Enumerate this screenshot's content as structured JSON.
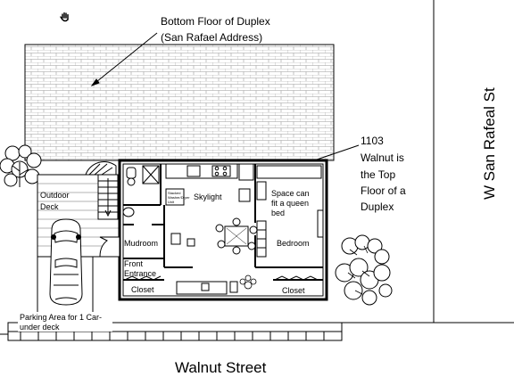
{
  "labels": {
    "bottom_floor_line1": "Bottom Floor of Duplex",
    "bottom_floor_line2": "(San Rafael Address)",
    "top_floor_line1": "1103",
    "top_floor_line2": "Walnut is",
    "top_floor_line3": "the Top",
    "top_floor_line4": "Floor of a",
    "top_floor_line5": "Duplex",
    "side_street": "W San Rafeal St",
    "street": "Walnut Street",
    "outdoor_deck_line1": "Outdoor",
    "outdoor_deck_line2": "Deck",
    "skylight": "Skylight",
    "space_line1": "Space can",
    "space_line2": "fit a queen",
    "space_line3": "bed",
    "bedroom": "Bedroom",
    "mudroom": "Mudroom",
    "front_entrance_line1": "Front",
    "front_entrance_line2": "Entrance",
    "closet_left": "Closet",
    "closet_right": "Closet",
    "parking_line1": "Parking Area for 1 Car-",
    "parking_line2": "under deck",
    "appliance_line1": "Stacked",
    "appliance_line2": "Washer/Dryer",
    "appliance_line3": "Unit"
  },
  "colors": {
    "line": "#000000",
    "background": "#ffffff",
    "brick": "#9a9a9a"
  },
  "icons": [
    "hand-cursor-icon",
    "car-icon",
    "tree-icon",
    "shrub-icon",
    "spiral-stair-icon",
    "dining-table-icon"
  ]
}
